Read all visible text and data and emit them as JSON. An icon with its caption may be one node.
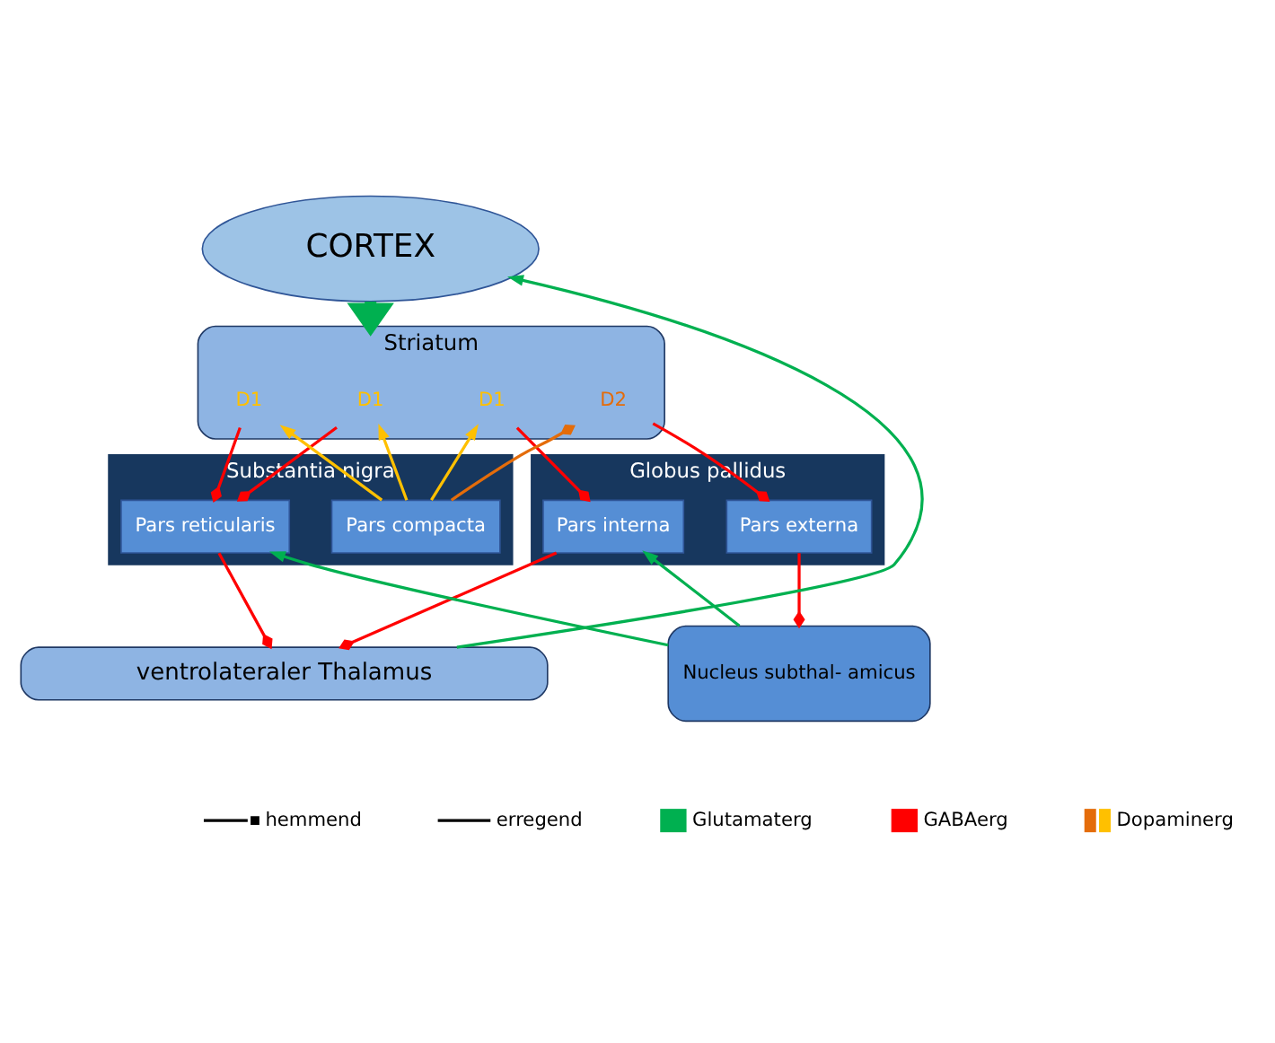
{
  "diagram": {
    "nodes": [
      {
        "text": [
          "CORTEX"
        ]
      },
      {
        "text": [
          "Striatum"
        ]
      },
      {
        "text": [
          "D1"
        ],
        "in": 1
      },
      {
        "text": [
          "D1"
        ],
        "in": 1
      },
      {
        "text": [
          "D2"
        ],
        "in": 1
      },
      {
        "text": [
          "D1"
        ],
        "in": 1
      },
      {
        "text": [
          "Globus pallidus"
        ]
      },
      {
        "text": [
          "Pars externa"
        ],
        "in": 6
      },
      {
        "text": [
          "Pars interna"
        ],
        "in": 6
      },
      {
        "text": [
          "Substantia nigra"
        ]
      },
      {
        "text": [
          "Pars compacta"
        ],
        "in": 9
      },
      {
        "text": [
          "Pars reticularis"
        ],
        "in": 9
      },
      {
        "text": [
          "Nucleus subthal- amicus"
        ]
      },
      {
        "text": [
          "ventrolateraler Thalamus"
        ]
      }
    ],
    "edges": [
      {
        "from": 0,
        "to": 1,
        "arrow": "to",
        "style": "thick",
        "color": "#00b050"
      },
      {
        "from": 10,
        "to": 2,
        "arrow": "to",
        "color": "#ffc000"
      },
      {
        "from": 10,
        "to": 3,
        "arrow": "to",
        "color": "#ffc000"
      },
      {
        "from": 10,
        "to": 4,
        "arrow": "other",
        "color": "#e46c0a"
      },
      {
        "from": 10,
        "to": 5,
        "arrow": "to",
        "color": "#ffc000"
      },
      {
        "from": 2,
        "to": 11,
        "arrow": "other"
      },
      {
        "from": 3,
        "to": 11,
        "arrow": "other"
      },
      {
        "from": 4,
        "to": 7,
        "arrow": "other"
      },
      {
        "from": 5,
        "to": 8,
        "arrow": "other"
      },
      {
        "from": 7,
        "to": 12,
        "arrow": "other"
      },
      {
        "from": 12,
        "to": 11,
        "arrow": "to",
        "color": "#00b050"
      },
      {
        "from": 12,
        "to": 8,
        "arrow": "to",
        "color": "#00b050"
      },
      {
        "from": 11,
        "to": 13,
        "arrow": "other"
      },
      {
        "from": 8,
        "to": 13,
        "arrow": "other"
      },
      {
        "from": 13,
        "to": 0,
        "arrow": "to",
        "color": "#00b050"
      }
    ],
    "legend": [
      {
        "text": "hemmend"
      },
      {
        "text": "erregend"
      },
      {
        "text": "Glutamaterg",
        "color": "#00b050"
      },
      {
        "text": "GABAerg",
        "color": "#ff0000"
      },
      {
        "text": "Dopaminerg"
      }
    ]
  }
}
